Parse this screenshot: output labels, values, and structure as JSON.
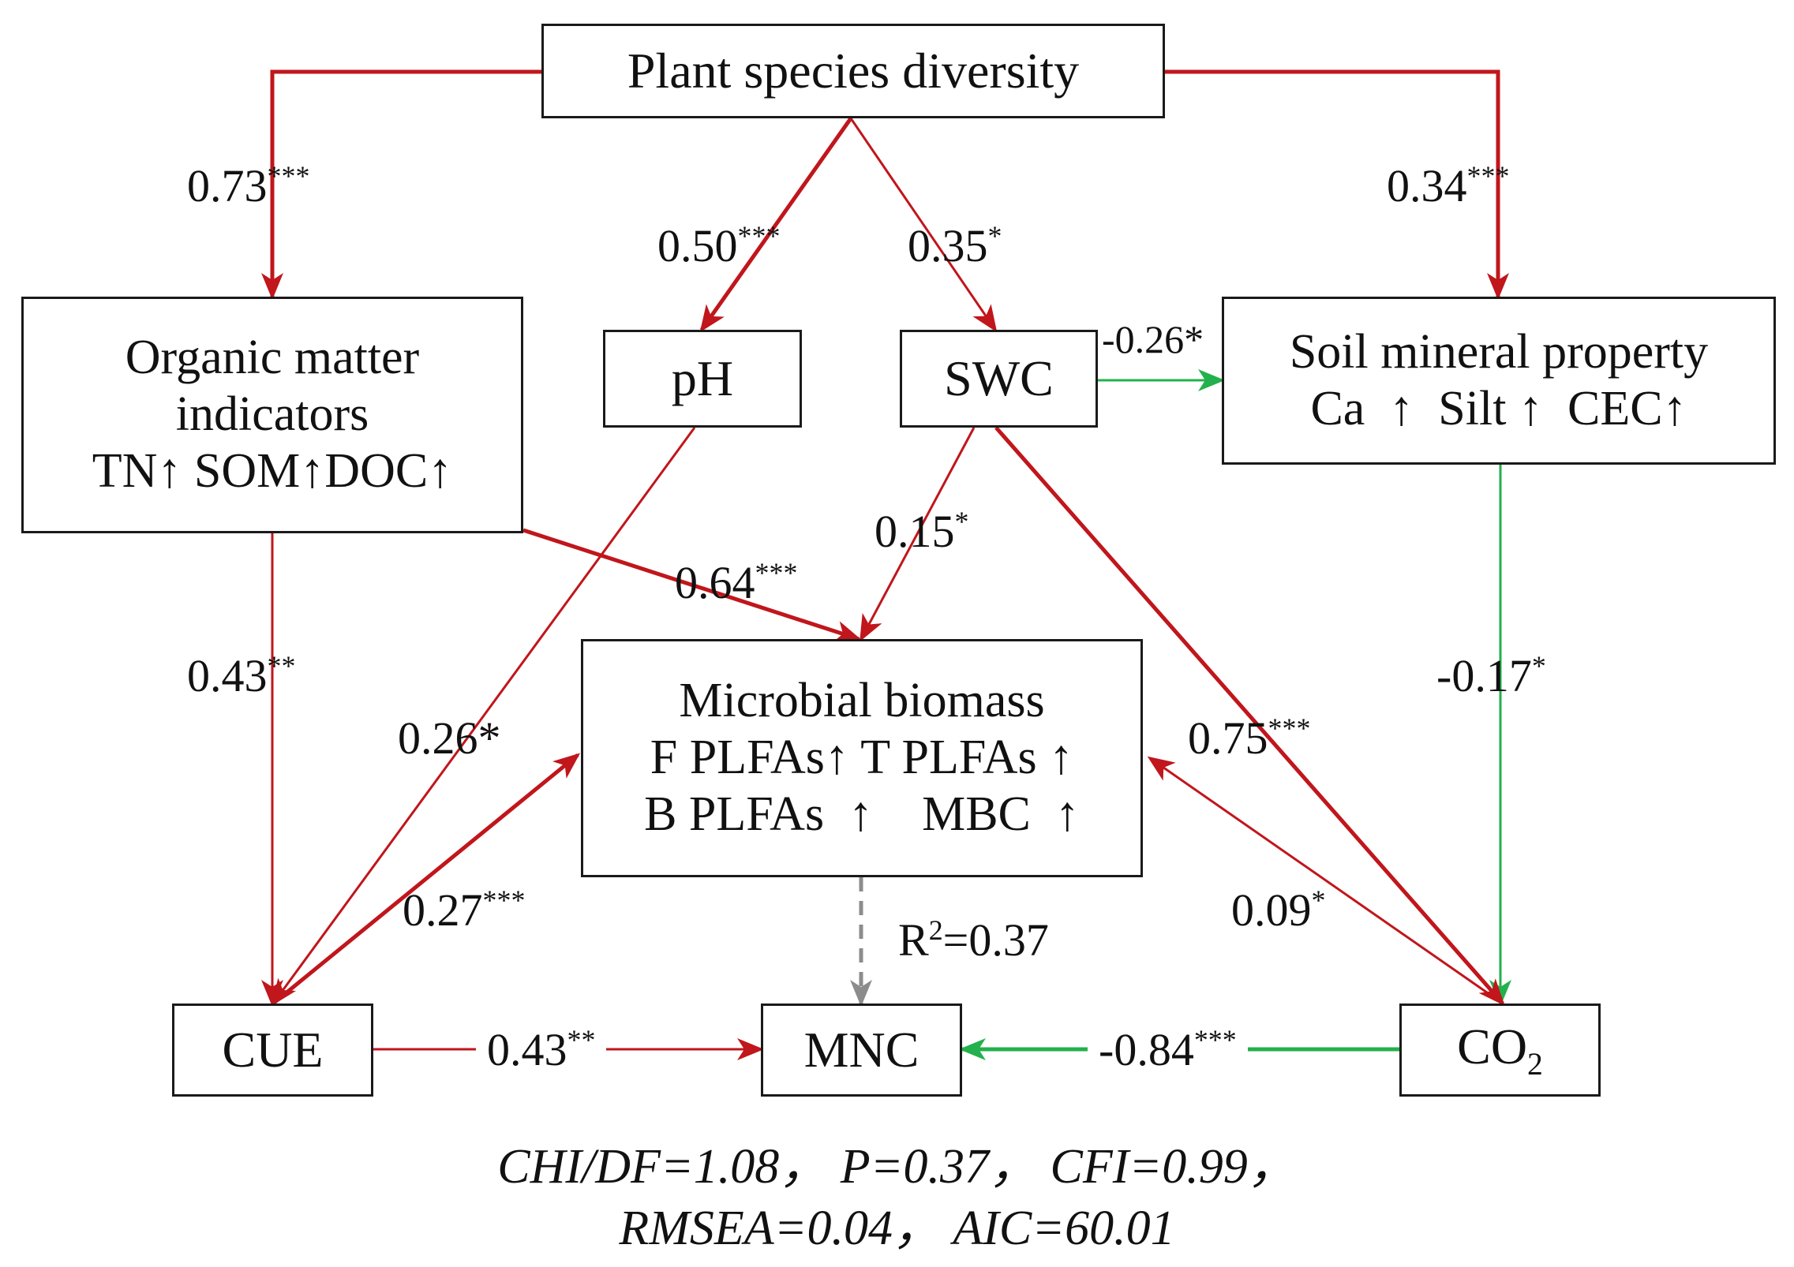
{
  "colors": {
    "positive": "#c0161c",
    "negative": "#22b14c",
    "r2_dashed": "#8c8c8c",
    "box_border": "#1a1a1a"
  },
  "nodes": {
    "plant": {
      "label": "Plant species diversity"
    },
    "organic": {
      "line1": "Organic matter",
      "line2": "indicators",
      "line3": "TN↑ SOM↑DOC↑"
    },
    "ph": {
      "label": "pH"
    },
    "swc": {
      "label": "SWC"
    },
    "soil": {
      "line1": "Soil mineral property",
      "line2": "Ca  ↑  Silt ↑  CEC↑"
    },
    "microbial": {
      "line1": "Microbial biomass",
      "line2": "F PLFAs↑ T PLFAs ↑",
      "line3": "B PLFAs  ↑    MBC  ↑"
    },
    "cue": {
      "label": "CUE"
    },
    "mnc": {
      "label": "MNC"
    },
    "co2": {
      "label": "CO",
      "subscript": "2"
    }
  },
  "paths": [
    {
      "id": "plant-organic",
      "coef": "0.73",
      "sig": "***",
      "sign": "positive"
    },
    {
      "id": "plant-ph",
      "coef": "0.50",
      "sig": "***",
      "sign": "positive"
    },
    {
      "id": "plant-swc",
      "coef": "0.35",
      "sig": "*",
      "sign": "positive"
    },
    {
      "id": "plant-soil",
      "coef": "0.34",
      "sig": "***",
      "sign": "positive"
    },
    {
      "id": "swc-soil",
      "coef": "-0.26*",
      "sig": "",
      "sign": "negative"
    },
    {
      "id": "swc-microbial",
      "coef": "0.15",
      "sig": "*",
      "sign": "positive"
    },
    {
      "id": "organic-microbial",
      "coef": "0.64",
      "sig": "***",
      "sign": "positive"
    },
    {
      "id": "organic-cue",
      "coef": "0.43",
      "sig": "**",
      "sign": "positive"
    },
    {
      "id": "soil-co2",
      "coef": "-0.17",
      "sig": "*",
      "sign": "negative"
    },
    {
      "id": "ph-cue",
      "coef": "0.26*",
      "sig": "",
      "sign": "positive"
    },
    {
      "id": "swc-co2",
      "coef": "0.75",
      "sig": "***",
      "sign": "positive"
    },
    {
      "id": "cue-microbial",
      "coef": "0.27",
      "sig": "***",
      "sign": "positive"
    },
    {
      "id": "co2-microbial",
      "coef": "0.09",
      "sig": "*",
      "sign": "positive"
    },
    {
      "id": "cue-mnc",
      "coef": "0.43",
      "sig": "**",
      "sign": "positive"
    },
    {
      "id": "co2-mnc",
      "coef": "-0.84",
      "sig": "***",
      "sign": "negative"
    }
  ],
  "r2": {
    "prefix": "R",
    "sup": "2",
    "value": "=0.37"
  },
  "fit_indices": {
    "line1": "CHI/DF=1.08， P=0.37， CFI=0.99，",
    "line2": "RMSEA=0.04， AIC=60.01"
  }
}
